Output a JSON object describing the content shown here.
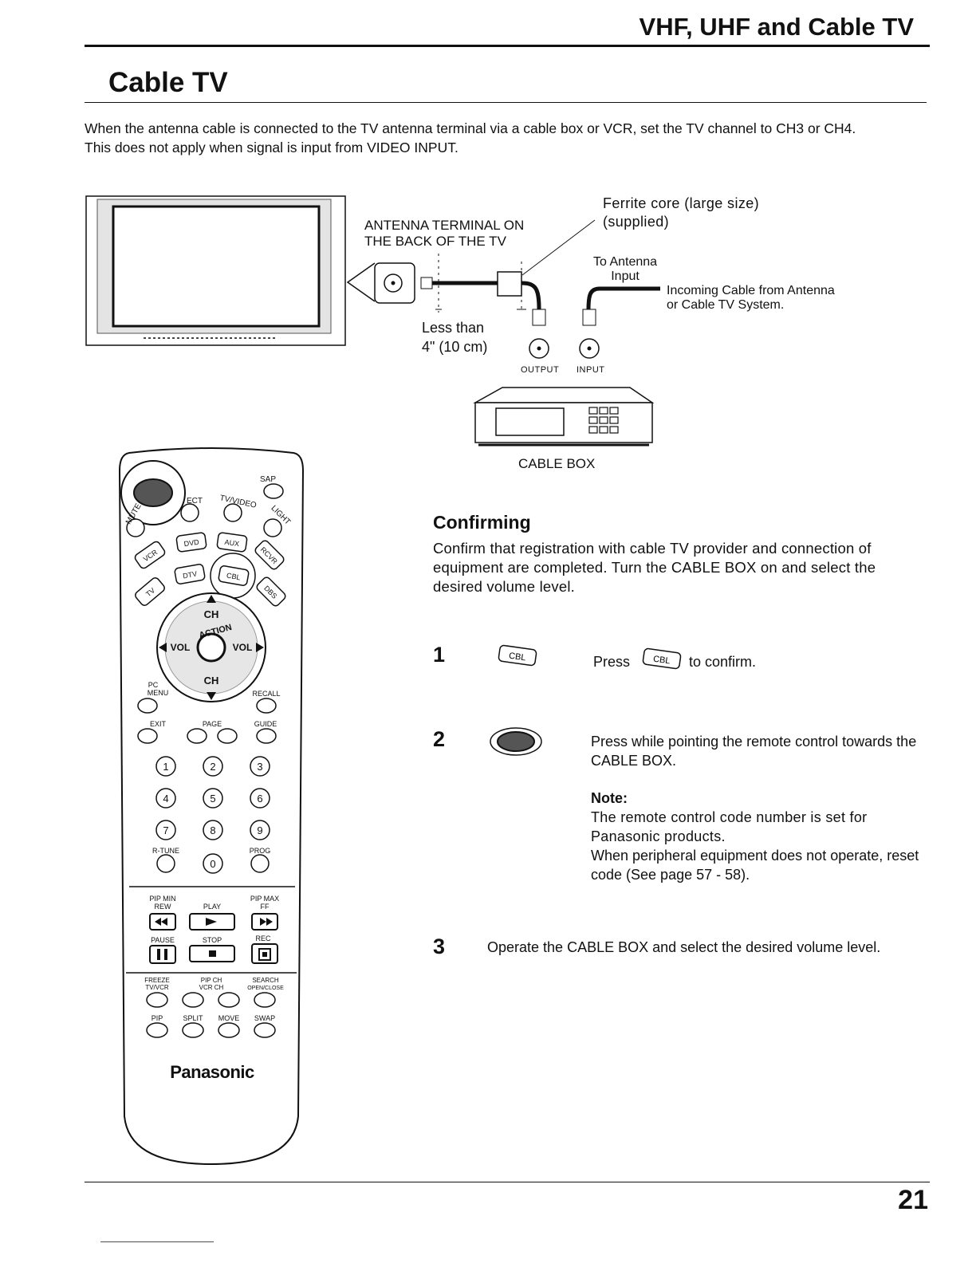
{
  "header": {
    "section_title": "VHF, UHF and Cable TV"
  },
  "page_title": "Cable TV",
  "intro": {
    "line1": "When the antenna cable is connected to the TV antenna terminal via a cable box or VCR, set the TV channel to CH3 or CH4.",
    "line2": "This does not apply when signal is input from VIDEO INPUT."
  },
  "diagram": {
    "antenna_terminal": "ANTENNA TERMINAL ON\nTHE BACK OF THE TV",
    "ferrite_core": "Ferrite core (large size)\n(supplied)",
    "to_antenna": "To Antenna\nInput",
    "incoming_cable": "Incoming Cable from Antenna\nor Cable TV System.",
    "less_than": "Less than\n4\" (10 cm)",
    "output": "OUTPUT",
    "input": "INPUT",
    "cable_box": "CABLE BOX"
  },
  "remote": {
    "brand": "Panasonic",
    "keys": {
      "sap": "SAP",
      "select": "ECT",
      "tv_video": "TV/VIDEO",
      "light": "LIGHT",
      "mute": "MUTE",
      "dvd": "DVD",
      "aux": "AUX",
      "vcr": "VCR",
      "rcvr": "RCVR",
      "dtv": "DTV",
      "cbl": "CBL",
      "tv": "TV",
      "dbs": "DBS",
      "ch": "CH",
      "vol": "VOL",
      "action": "ACTION",
      "pc_menu": "PC\nMENU",
      "recall": "RECALL",
      "exit": "EXIT",
      "page": "PAGE",
      "guide": "GUIDE",
      "d1": "1",
      "d2": "2",
      "d3": "3",
      "d4": "4",
      "d5": "5",
      "d6": "6",
      "d7": "7",
      "d8": "8",
      "d9": "9",
      "d0": "0",
      "rtune": "R-TUNE",
      "prog": "PROG",
      "pip_min": "PIP MIN",
      "rew": "REW",
      "play": "PLAY",
      "pip_max": "PIP MAX",
      "ff": "FF",
      "pause": "PAUSE",
      "stop": "STOP",
      "rec": "REC",
      "freeze": "FREEZE",
      "tv_vcr": "TV/VCR",
      "pip_ch": "PIP CH",
      "vcr_ch": "VCR CH",
      "search": "SEARCH",
      "open_close": "OPEN/CLOSE",
      "pip": "PIP",
      "split": "SPLIT",
      "move": "MOVE",
      "swap": "SWAP"
    }
  },
  "confirming": {
    "heading": "Confirming",
    "paragraph": "Confirm that registration with cable TV provider and connection of equipment are completed. Turn the CABLE BOX on and select the desired volume level.",
    "cbl_icon_label": "CBL",
    "steps": [
      {
        "num": "1",
        "pre": "Press",
        "post": "to confirm."
      },
      {
        "num": "2",
        "text": "Press while pointing the remote control towards the CABLE BOX."
      },
      {
        "num": "3",
        "text": "Operate the CABLE BOX and select the desired volume level."
      }
    ],
    "note_label": "Note:",
    "note1": "The remote control code number is set for Panasonic products.",
    "note2": "When peripheral equipment does not operate, reset code (See page 57 - 58)."
  },
  "page_number": "21"
}
